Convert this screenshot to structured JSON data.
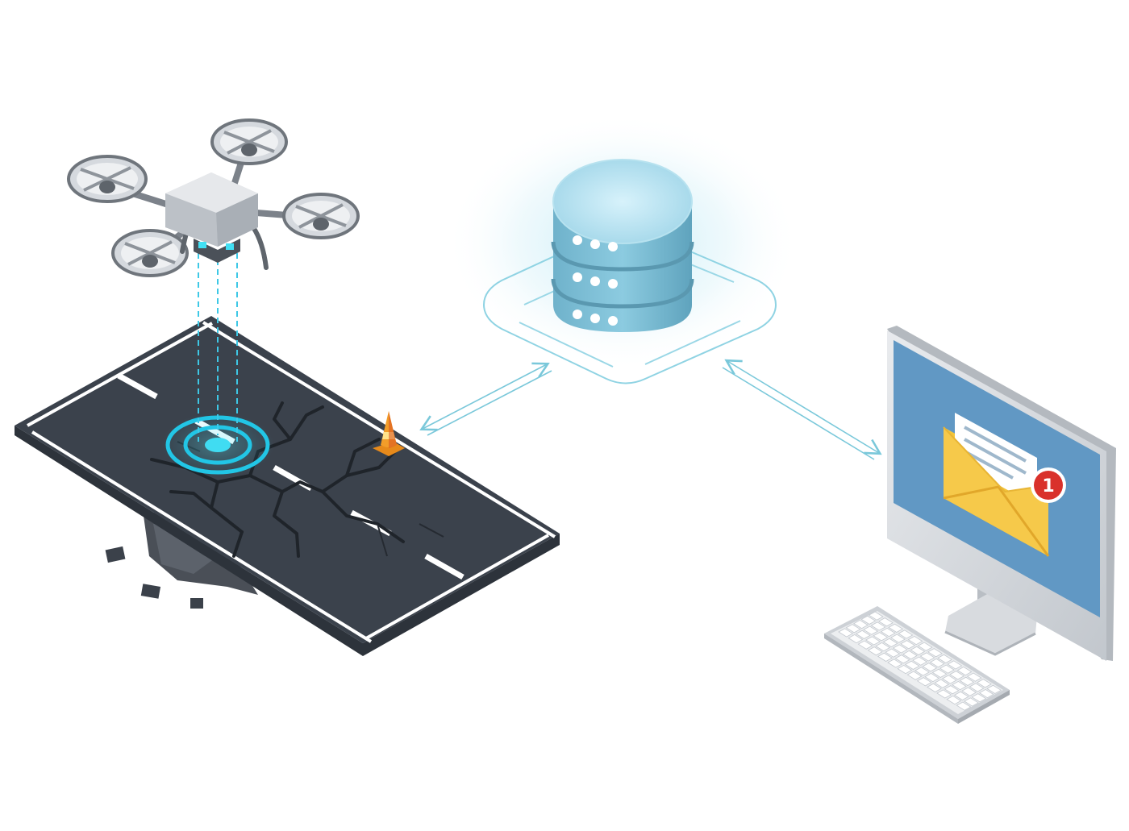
{
  "diagram": {
    "nodes": [
      {
        "id": "drone",
        "icon": "drone-icon"
      },
      {
        "id": "road",
        "icon": "damaged-road-icon"
      },
      {
        "id": "database",
        "icon": "database-server-icon"
      },
      {
        "id": "computer",
        "icon": "desktop-computer-icon"
      }
    ],
    "edges": [
      {
        "from": "road",
        "to": "database",
        "direction": "bidirectional"
      },
      {
        "from": "database",
        "to": "computer",
        "direction": "bidirectional"
      }
    ],
    "notification": {
      "badge_count": "1",
      "icon": "envelope-notification-icon"
    }
  },
  "colors": {
    "accent": "#3ec8e6",
    "database": "#7ec2d8",
    "road": "#3b424c",
    "screen": "#6198c4",
    "envelope": "#f5c43c",
    "badge": "#d9312b"
  }
}
